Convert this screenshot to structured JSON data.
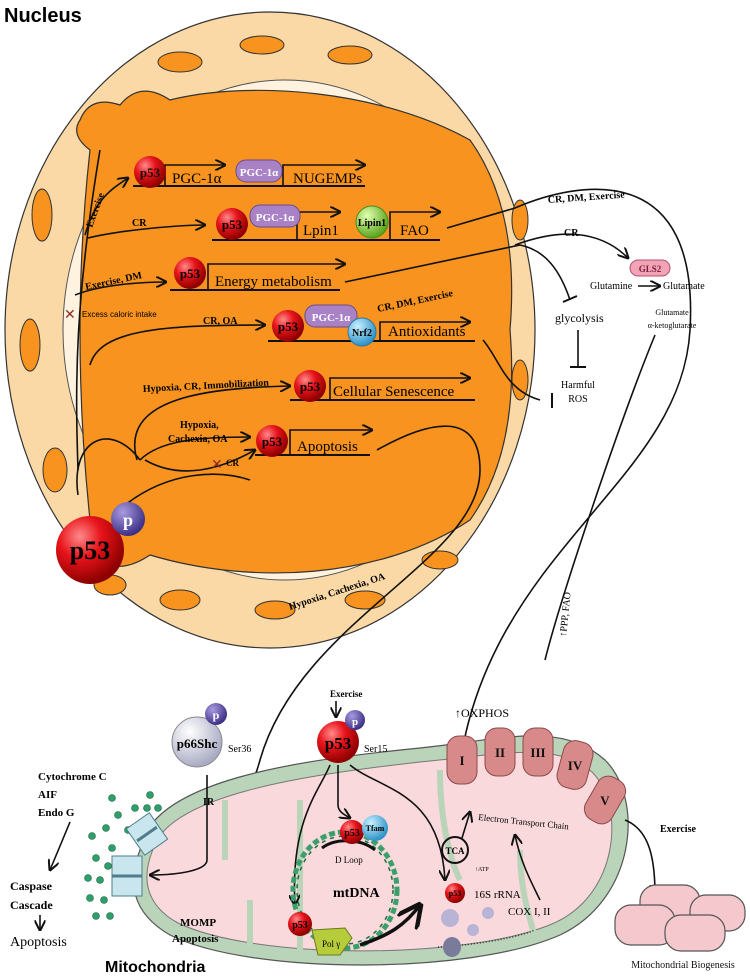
{
  "titles": {
    "nucleus": "Nucleus",
    "mitochondria": "Mitochondria"
  },
  "colors": {
    "nucleus_outer": "#fbd9a6",
    "nucleus_inner": "#f7931e",
    "p53": "#e8141b",
    "pgc": "#a982c6",
    "lipin": "#8ccf3a",
    "nrf2": "#4cb6e3",
    "mito_fill": "#f9d9dc",
    "mito_membrane": "#b9d4b8",
    "complex": "#d88a8a",
    "phospho": "#5b4b9e"
  },
  "nucleus": {
    "p53": "p53",
    "row1": {
      "gene": "PGC-1α",
      "protein": "PGC-1α",
      "target": "NUGEMPs",
      "stimulus": "Exercise"
    },
    "row2": {
      "stimulus": "CR",
      "protein": "PGC-1α",
      "gene": "Lpin1",
      "product": "Lipin1",
      "target": "FAO"
    },
    "row3": {
      "stimulus": "Exercise, DM",
      "target": "Energy metabolism",
      "out_label": "CR, DM, Exercise"
    },
    "excess": "Excess caloric intake",
    "row4": {
      "stimulus": "CR, OA",
      "protein": "PGC-1α",
      "cofactor": "Nrf2",
      "target": "Antioxidants"
    },
    "row5": {
      "stimulus": "Hypoxia, CR, Immobilization",
      "target": "Cellular Senescence"
    },
    "row6": {
      "stimulus_1": "Hypoxia,",
      "stimulus_2": "Cachexia, OA",
      "target": "Apoptosis",
      "inhibitor": "CR"
    },
    "big_p53": "p53",
    "phospho": "p"
  },
  "cytoplasm": {
    "cr_dm_ex": "CR, DM, Exercise",
    "cr": "CR",
    "gls2": "GLS2",
    "glutamine": "Glutamine",
    "glutamate": "Glutamate",
    "glycolysis": "glycolysis",
    "harmful": "Harmful",
    "ros": "ROS",
    "glut2": "Glutamate",
    "akg": "α-ketoglutarate",
    "hypoxia": "Hypoxia, Cachexia, OA",
    "ppp": "↑PPP, FAO"
  },
  "mito": {
    "exercise": "Exercise",
    "p53": "p53",
    "p": "p",
    "ser15": "Ser15",
    "p66shc": "p66Shc",
    "ser36": "Ser36",
    "cyto": "Cytochrome C",
    "aif": "AIF",
    "endog": "Endo G",
    "ir": "IR",
    "caspase": "Caspase",
    "cascade": "Cascade",
    "apoptosis": "Apoptosis",
    "momp": "MOMP",
    "momp_apop": "Apoptosis",
    "tfam": "Tfam",
    "dloop": "D Loop",
    "mtdna": "mtDNA",
    "polg": "Pol γ",
    "rrna": "16S rRNA",
    "cox": "COX I, II",
    "tca": "TCA",
    "atp": "↑ATP",
    "etc": "Electron Transport Chain",
    "oxphos": "↑OXPHOS",
    "complexes": [
      "I",
      "II",
      "III",
      "IV",
      "V"
    ],
    "exercise2": "Exercise",
    "biogenesis": "Mitochondrial Biogenesis"
  }
}
